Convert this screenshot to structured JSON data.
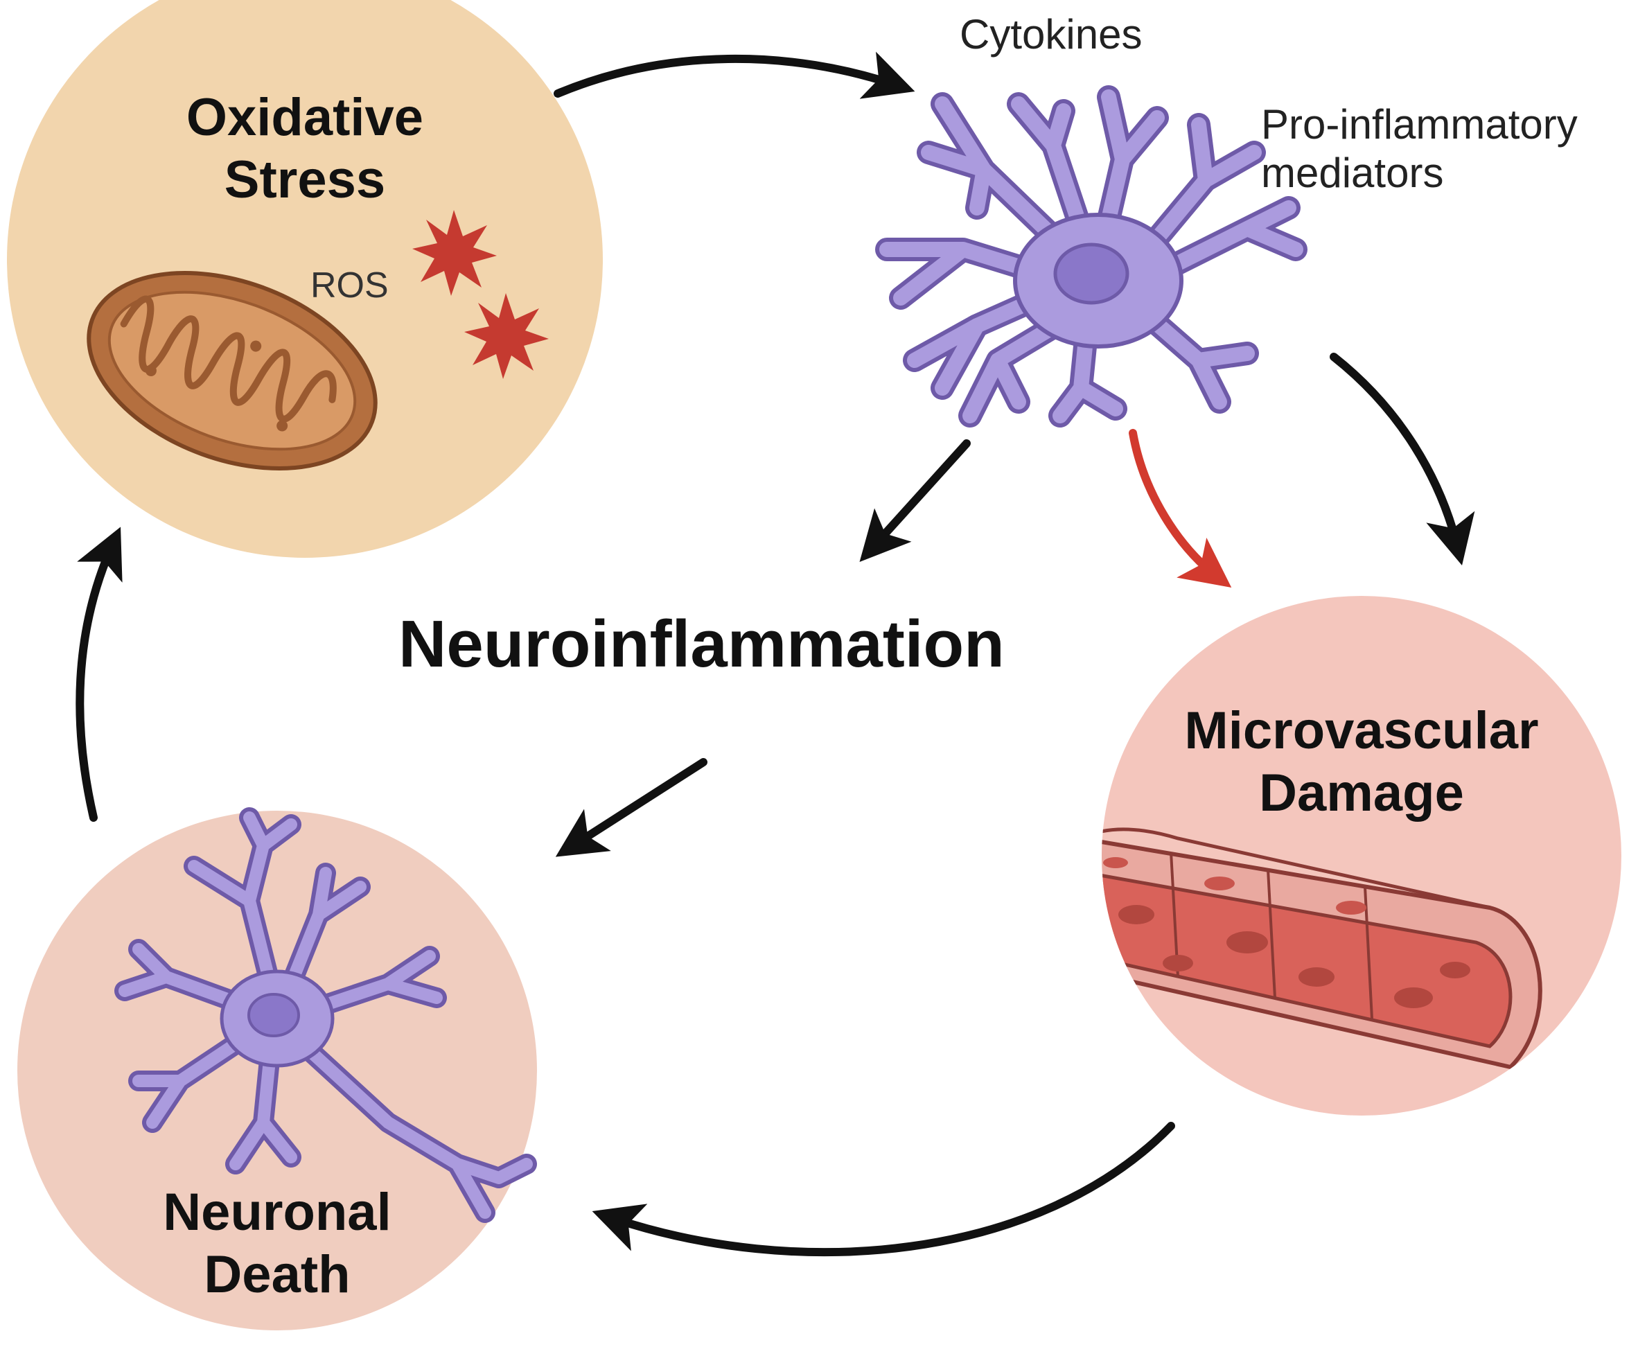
{
  "center": {
    "title": "Neuroinflammation"
  },
  "nodes": {
    "oxidative_stress": {
      "line1": "Oxidative",
      "line2": "Stress",
      "ros_label": "ROS"
    },
    "microvascular_damage": {
      "line1": "Microvascular",
      "line2": "Damage"
    },
    "neuronal_death": {
      "line1": "Neuronal",
      "line2": "Death"
    }
  },
  "glial_cell": {
    "top_label": "Cytokines",
    "side_line1": "Pro-inflammatory",
    "side_line2": "mediators"
  },
  "colors": {
    "oxidative_circle": "#f2d5ad",
    "microvascular_circle": "#f4c6bd",
    "neuronal_circle": "#f0cdbf",
    "cell_purple": "#ab9bde",
    "cell_outline": "#6e5aa8",
    "ros_star": "#c53a30",
    "mitochondrion": "#b46f3f",
    "vessel": "#d9625a",
    "arrow": "#111111",
    "red_arrow": "#d23a2e"
  },
  "icons": [
    "mitochondrion-icon",
    "ros-star-icon",
    "glial-cell-icon",
    "blood-vessel-icon",
    "neuron-icon"
  ]
}
